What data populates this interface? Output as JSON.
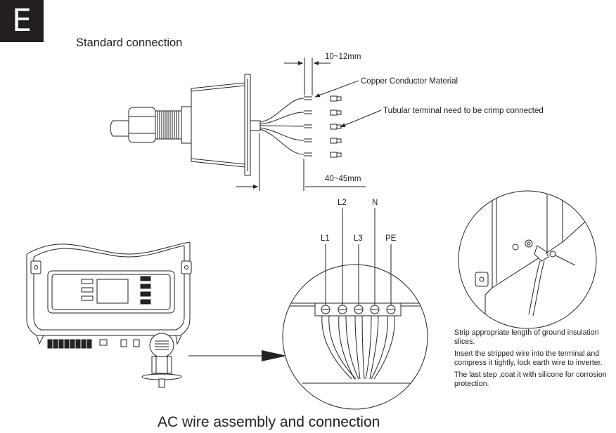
{
  "section_badge": "E",
  "title": "Standard connection",
  "caption": "AC wire assembly and connection",
  "dimensions": {
    "strip_length": "10~12mm",
    "sheath_length": "40~45mm"
  },
  "callouts": {
    "conductor": "Copper Conductor Material",
    "terminal": "Tubular terminal need  to be crimp connected"
  },
  "terminal_labels": [
    "L1",
    "L2",
    "L3",
    "N",
    "PE"
  ],
  "ground_notes": [
    "Strip appropriate length of ground insulation slices.",
    "Insert the stripped wire into the terminal and compress it tightly,  lock earth wire to inverter.",
    "The last step ,coat it with silicone for corrosion protection."
  ]
}
